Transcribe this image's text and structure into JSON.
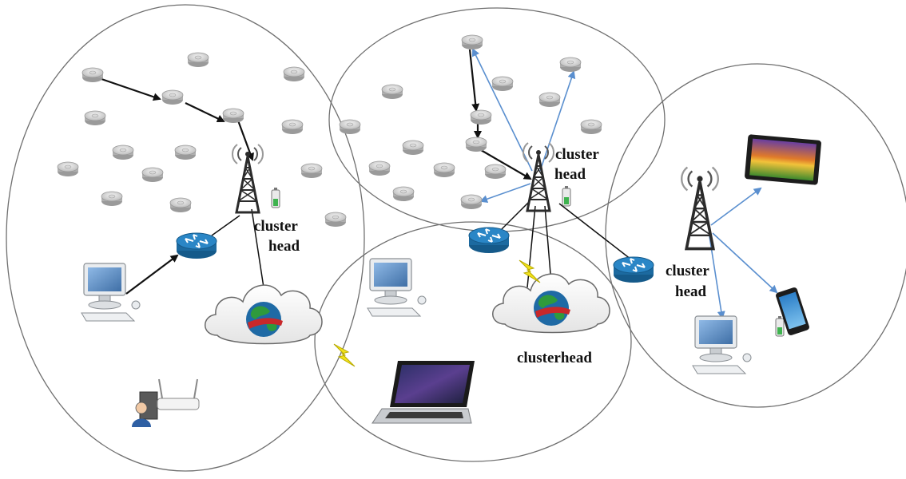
{
  "labels": {
    "ch1_line1": "cluster",
    "ch1_line2": "head",
    "ch2_line1": "cluster",
    "ch2_line2": "head",
    "ch3_line1": "cluster",
    "ch3_line2": "head",
    "ch4": "clusterhead"
  },
  "colors": {
    "background": "#ffffff",
    "cluster_outline": "#6f6f6f",
    "black_arrow": "#111111",
    "blue_arrow": "#5a8fcf",
    "router": "#1f6fa8",
    "cloud_outline": "#6a6a6a",
    "globe_ocean": "#1f6aa5",
    "globe_land": "#2f9a3c",
    "lightning": "#f1e21a",
    "tower": "#2b2b2b"
  },
  "icons": [
    "sensor-node-icon",
    "cell-tower-icon",
    "router-icon",
    "cloud-internet-icon",
    "desktop-computer-icon",
    "laptop-icon",
    "tablet-icon",
    "smartphone-icon",
    "wifi-router-icon",
    "battery-icon",
    "lightning-icon"
  ]
}
